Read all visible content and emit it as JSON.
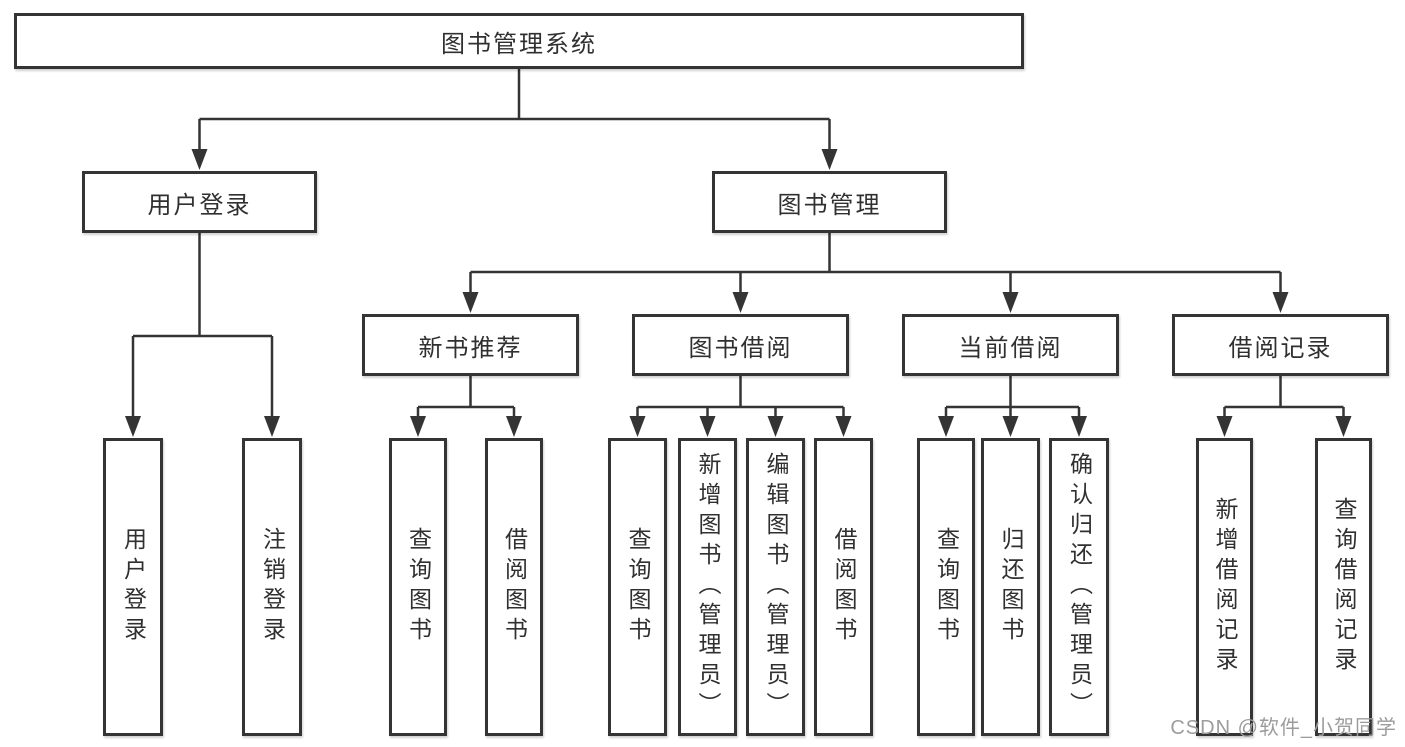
{
  "diagram": {
    "root": "图书管理系统",
    "level2": [
      "用户登录",
      "图书管理"
    ],
    "level3": [
      "新书推荐",
      "图书借阅",
      "当前借阅",
      "借阅记录"
    ],
    "leaves": {
      "user_login": [
        "用户登录",
        "注销登录"
      ],
      "new_book_recommend": [
        "查询图书",
        "借阅图书"
      ],
      "book_borrow": [
        "查询图书",
        "新增图书（管理员）",
        "编辑图书（管理员）",
        "借阅图书"
      ],
      "current_borrow": [
        "查询图书",
        "归还图书",
        "确认归还（管理员）"
      ],
      "borrow_records": [
        "新增借阅记录",
        "查询借阅记录"
      ]
    }
  },
  "watermark": "CSDN @软件_小贺同学",
  "colors": {
    "line": "#343434",
    "box_border": "#343434",
    "text": "#303030",
    "watermark": "#9c9c9c",
    "background": "#ffffff"
  }
}
